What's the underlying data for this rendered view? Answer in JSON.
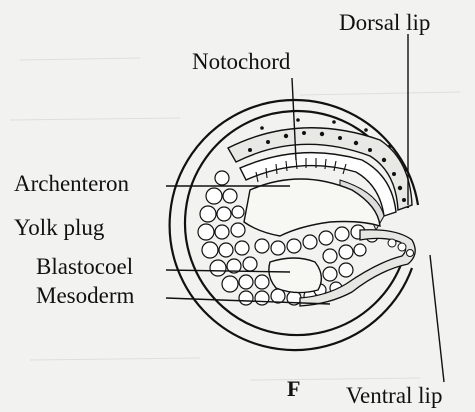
{
  "labels": {
    "dorsal_lip": "Dorsal lip",
    "notochord": "Notochord",
    "archenteron": "Archenteron",
    "yolk_plug": "Yolk plug",
    "blastocoel": "Blastocoel",
    "mesoderm": "Mesoderm",
    "ventral_lip": "Ventral lip",
    "figure_letter": "F"
  }
}
